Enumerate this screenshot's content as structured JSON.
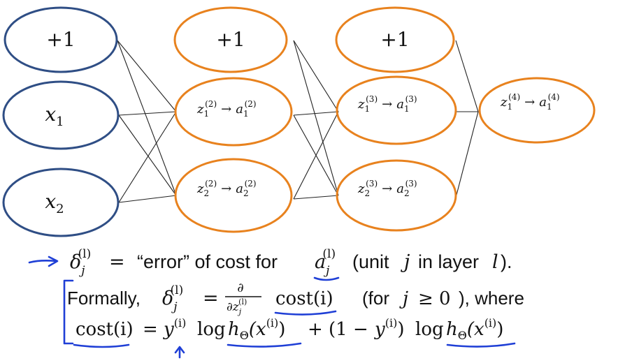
{
  "nodes": {
    "l1_bias": "+1",
    "l1_x1": {
      "base": "x",
      "sub": "1"
    },
    "l1_x2": {
      "base": "x",
      "sub": "2"
    },
    "l2_bias": "+1",
    "l2_n1": {
      "z": "z",
      "zsub": "1",
      "sup": "(2)",
      "arrow": "→",
      "a": "a",
      "asub": "1"
    },
    "l2_n2": {
      "z": "z",
      "zsub": "2",
      "sup": "(2)",
      "arrow": "→",
      "a": "a",
      "asub": "2"
    },
    "l3_bias": "+1",
    "l3_n1": {
      "z": "z",
      "zsub": "1",
      "sup": "(3)",
      "arrow": "→",
      "a": "a",
      "asub": "1"
    },
    "l3_n2": {
      "z": "z",
      "zsub": "2",
      "sup": "(3)",
      "arrow": "→",
      "a": "a",
      "asub": "2"
    },
    "l4_n1": {
      "z": "z",
      "zsub": "1",
      "sup": "(4)",
      "arrow": "→",
      "a": "a",
      "asub": "1"
    }
  },
  "colors": {
    "input_node": "#2f4e85",
    "hidden_node": "#e8821e",
    "edge": "#222222",
    "annotation": "#1f3fd6",
    "text": "#111111"
  },
  "line1": {
    "delta": "δ",
    "sub": "j",
    "sup": "(l)",
    "eq": "=",
    "quote": "“error” of cost for",
    "a": "a",
    "a_sub": "j",
    "a_sup": "(l)",
    "paren": "(unit",
    "j": "j",
    "in_layer": "in layer",
    "l": "l",
    "close": ")."
  },
  "line2": {
    "formally": "Formally,",
    "delta": "δ",
    "sub": "j",
    "sup": "(l)",
    "eq": "=",
    "num": "∂",
    "den_d": "∂z",
    "den_sub": "j",
    "den_sup": "(l)",
    "cost": "cost(i)",
    "for_open": "(for",
    "j": "j",
    "geq": "≥ 0",
    "where": "), where"
  },
  "line3": {
    "cost": "cost(i)",
    "eq": "=",
    "y": "y",
    "y_sup": "(i)",
    "log1": "log",
    "h": "h",
    "h_sub": "Θ",
    "hx_open": "(x",
    "hx_sup": "(i)",
    "hx_close": ")",
    "plus": "+",
    "one_minus": "(1 −",
    "y2": "y",
    "y2_sup": "(i)",
    "y2_close": ")",
    "log2": "log",
    "h2": "h",
    "h2_sub": "Θ",
    "hx2_open": "(x",
    "hx2_sup": "(i)",
    "hx2_close": ")"
  }
}
